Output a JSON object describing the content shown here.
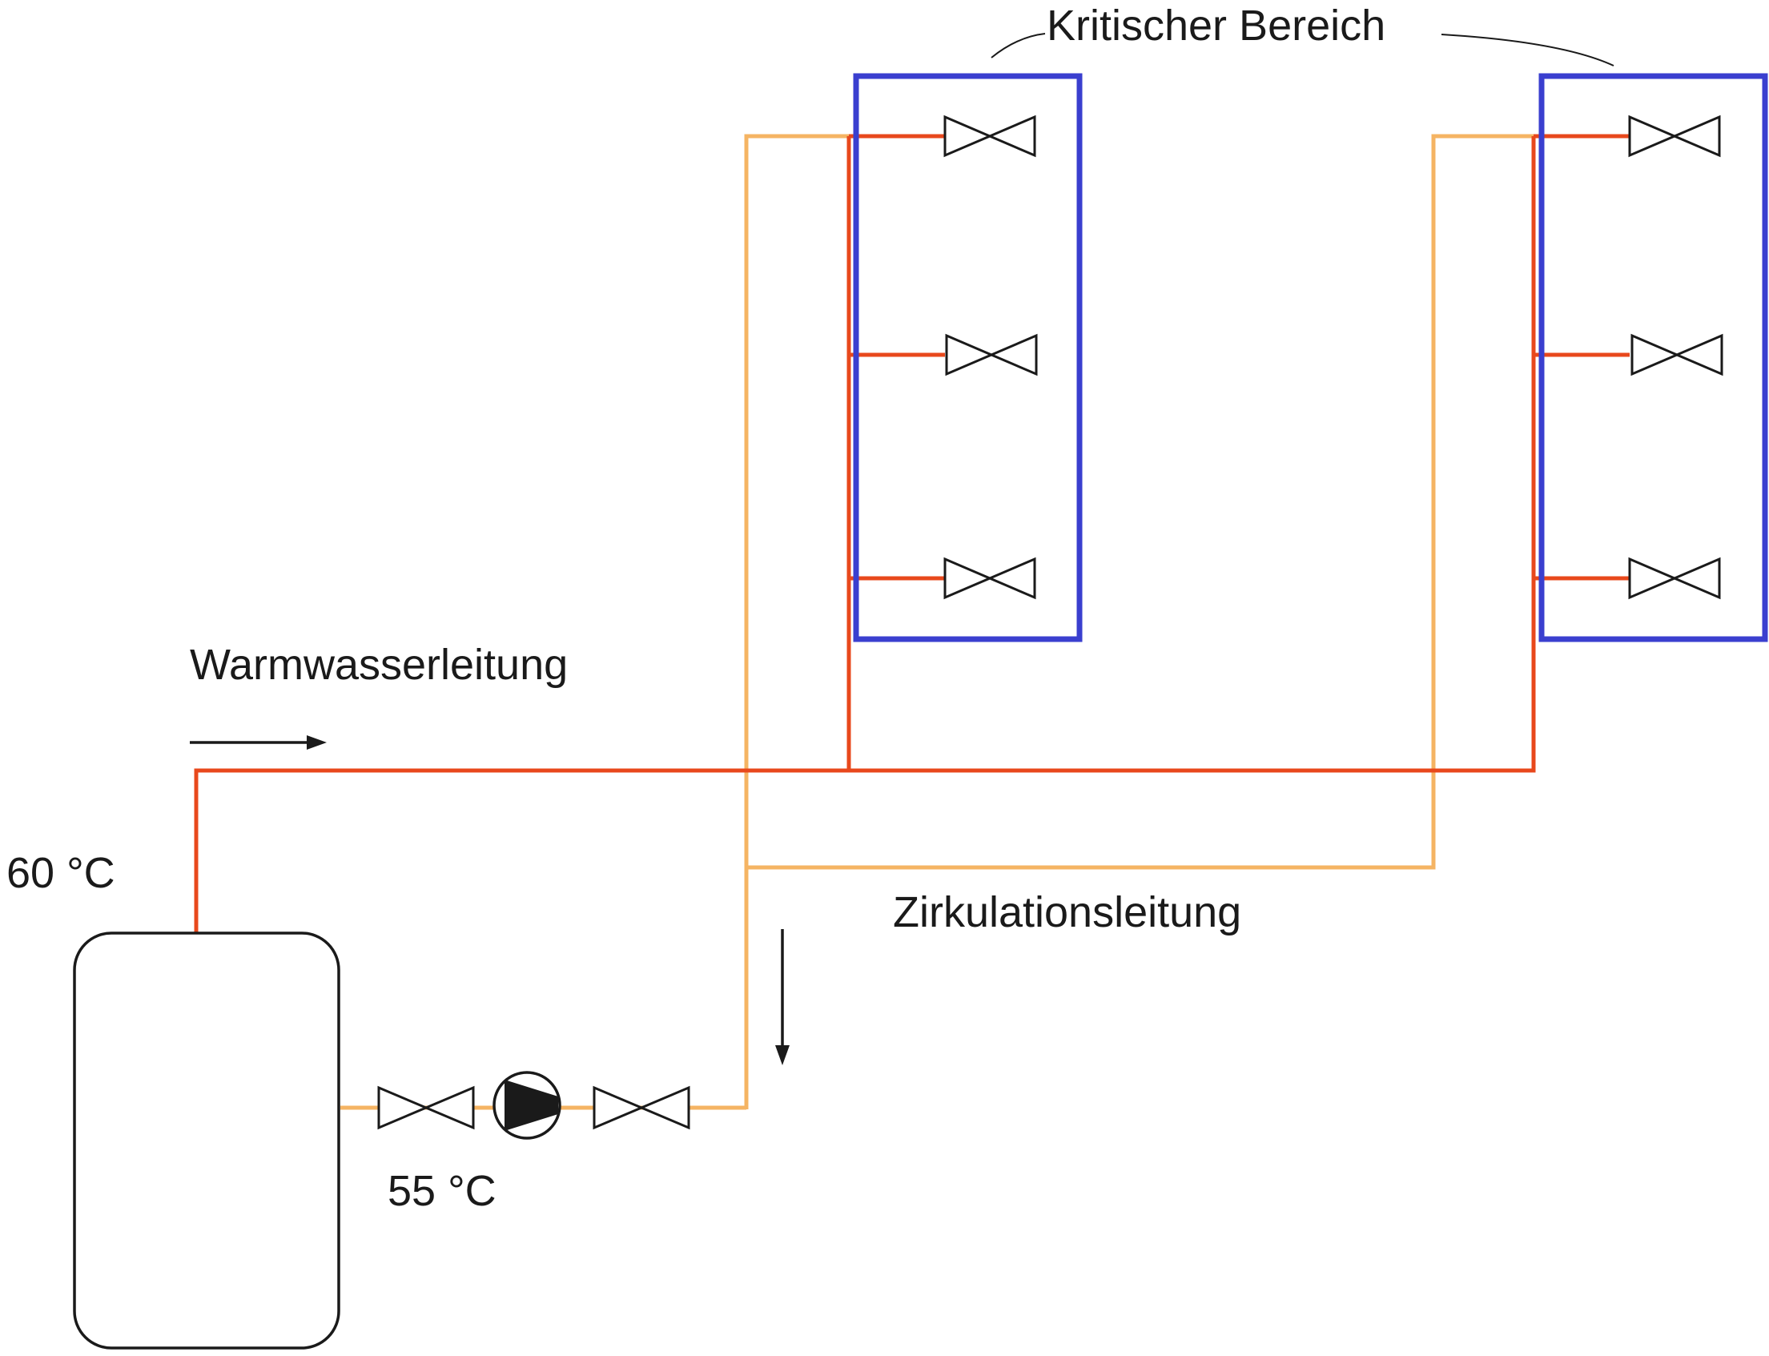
{
  "labels": {
    "critical_area": "Kritischer Bereich",
    "hot_water_line": "Warmwasserleitung",
    "circulation_line": "Zirkulationsleitung",
    "tank_outlet_temp": "60 °C",
    "return_temp": "55 °C"
  },
  "colors": {
    "hot_water_pipe": "#e8481c",
    "circulation_pipe": "#f5b463",
    "critical_area_box": "#3a3fcf",
    "symbols": "#1a1a1a"
  },
  "components": {
    "storage_tank": "hot-water-storage-tank",
    "circulation_pump": "pump-icon",
    "outlet_valves_per_riser": 3,
    "risers": 2,
    "return_valves": 2
  }
}
